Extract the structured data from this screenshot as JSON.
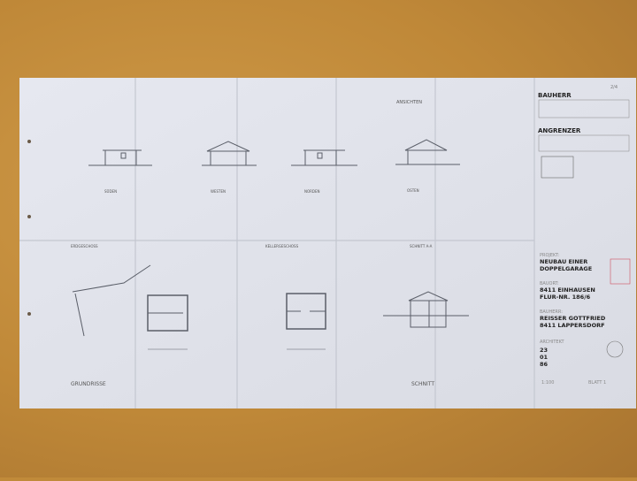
{
  "drawing": {
    "elevations_title": "ANSICHTEN",
    "elevations": [
      "SÜDEN",
      "WESTEN",
      "NORDEN",
      "OSTEN"
    ],
    "plan_labels": [
      "ERDGESCHOSS",
      "KELLERGESCHOSS",
      "SCHNITT A-A"
    ],
    "floor_plans_title": "GRUNDRISSE",
    "section_title": "SCHNITT"
  },
  "title_block": {
    "sheet_no": "2/4",
    "owner_heading": "BAUHERR",
    "neighbors_heading": "ANGRENZER",
    "project_label": "PROJEKT:",
    "project_line1": "NEUBAU EINER",
    "project_line2": "DOPPELGARAGE",
    "site_label": "BAUORT:",
    "site_line1": "8411 EINHAUSEN",
    "site_line2": "FLUR-NR. 186/6",
    "client_label": "BAUHERR:",
    "client_line1": "REISSER GOTTFRIED",
    "client_line2": "8411 LAPPERSDORF",
    "architect_label": "ARCHITEKT",
    "date_day": "23",
    "date_month": "01",
    "date_year": "86",
    "scale": "1:100",
    "sheet": "BLATT 1"
  },
  "colors": {
    "paper": "#e4e6ee",
    "cork": "#c08a3a",
    "ink": "#555a66"
  }
}
